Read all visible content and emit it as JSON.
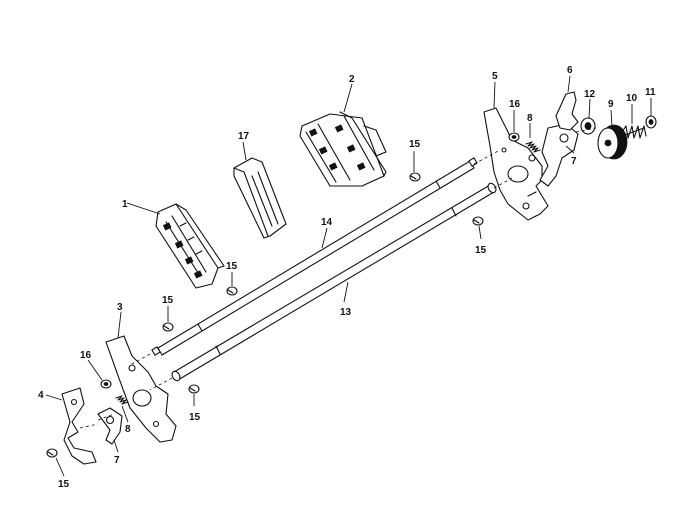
{
  "labels": {
    "l1": "1",
    "l2": "2",
    "l3": "3",
    "l4": "4",
    "l5": "5",
    "l6": "6",
    "l7a": "7",
    "l7b": "7",
    "l8a": "8",
    "l8b": "8",
    "l9": "9",
    "l10": "10",
    "l11": "11",
    "l12": "12",
    "l13": "13",
    "l14": "14",
    "l15a": "15",
    "l15b": "15",
    "l15c": "15",
    "l15d": "15",
    "l15e": "15",
    "l15f": "15",
    "l16a": "16",
    "l16b": "16",
    "l17": "17"
  }
}
